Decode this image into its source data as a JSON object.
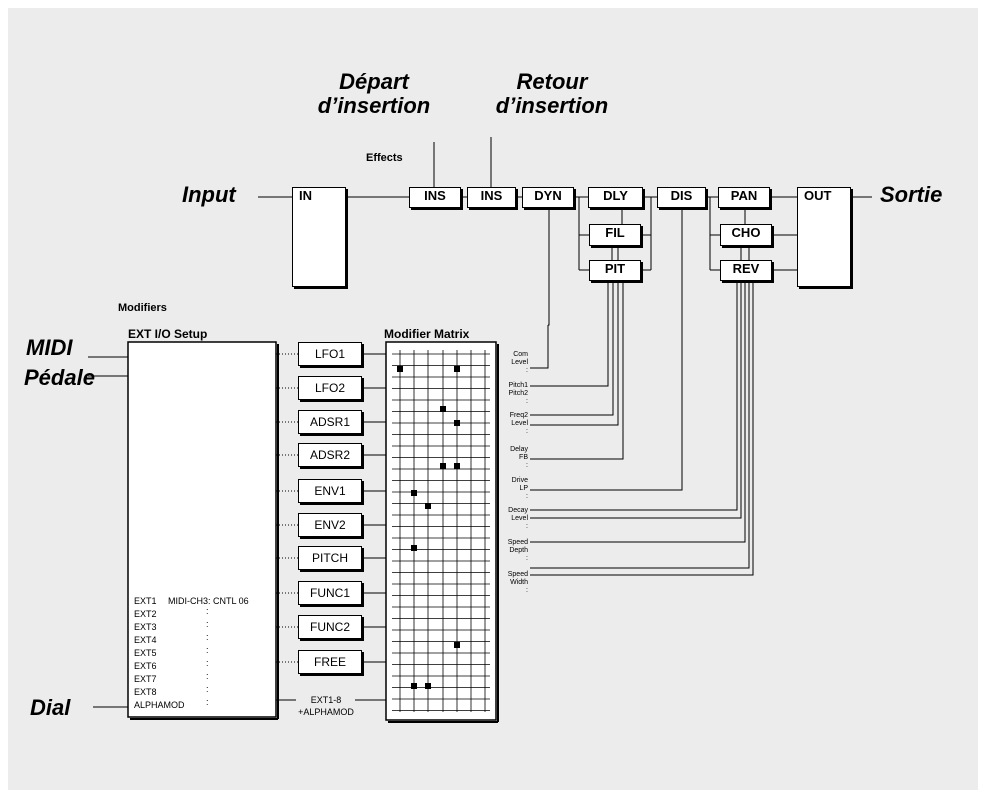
{
  "labels": {
    "depart_line1": "Départ",
    "depart_line2": "d’insertion",
    "retour_line1": "Retour",
    "retour_line2": "d’insertion",
    "input": "Input",
    "sortie": "Sortie",
    "midi": "MIDI",
    "pedale": "Pédale",
    "dial": "Dial"
  },
  "headers": {
    "effects": "Effects",
    "modifiers": "Modifiers",
    "ext_setup": "EXT I/O Setup",
    "matrix": "Modifier Matrix"
  },
  "blocks": {
    "in": "IN",
    "ins1": "INS",
    "ins2": "INS",
    "dyn": "DYN",
    "dly": "DLY",
    "fil": "FIL",
    "pit": "PIT",
    "dis": "DIS",
    "pan": "PAN",
    "cho": "CHO",
    "rev": "REV",
    "out": "OUT"
  },
  "modifiers": [
    "LFO1",
    "LFO2",
    "ADSR1",
    "ADSR2",
    "ENV1",
    "ENV2",
    "PITCH",
    "FUNC1",
    "FUNC2",
    "FREE"
  ],
  "ext_io": {
    "ext1": "EXT1",
    "ext1_assign": "MIDI-CH3: CNTL 06",
    "others": [
      "EXT2",
      "EXT3",
      "EXT4",
      "EXT5",
      "EXT6",
      "EXT7",
      "EXT8",
      "ALPHAMOD"
    ],
    "continuation": ":"
  },
  "bottom_source": {
    "line1": "EXT1-8",
    "line2": "+ALPHAMOD"
  },
  "params": [
    {
      "a": "Com",
      "b": "Level"
    },
    {
      "a": "Pitch1",
      "b": "Pitch2"
    },
    {
      "a": "Freq2",
      "b": "Level"
    },
    {
      "a": "Delay",
      "b": "FB"
    },
    {
      "a": "Drive",
      "b": "LP"
    },
    {
      "a": "Decay",
      "b": "Level"
    },
    {
      "a": "Speed",
      "b": "Depth"
    },
    {
      "a": "Speed",
      "b": "Width"
    }
  ],
  "param_more": ":"
}
